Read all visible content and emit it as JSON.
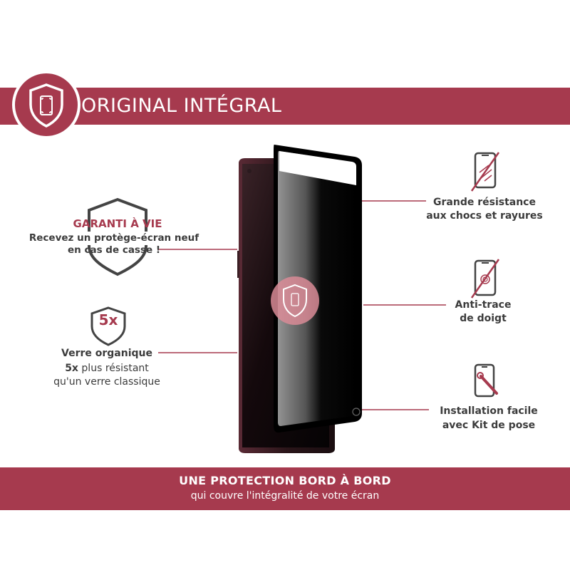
{
  "header": {
    "title": "ORIGINAL INTÉGRAL",
    "badge_icon": "shield-phone-icon"
  },
  "features_left": {
    "warranty": {
      "title": "GARANTI À VIE",
      "line1": "Recevez un protège-écran neuf",
      "line2": "en cas de casse !"
    },
    "glass": {
      "badge": "5x",
      "title": "Verre organique",
      "line1_bold": "5x",
      "line1_rest": " plus résistant",
      "line2": "qu'un verre classique"
    }
  },
  "features_right": [
    {
      "line1": "Grande résistance",
      "line2": "aux chocs et rayures",
      "icon": "scratch-resistant-phone-icon"
    },
    {
      "line1": "Anti-trace",
      "line2": "de doigt",
      "icon": "anti-fingerprint-phone-icon"
    },
    {
      "line1": "Installation facile",
      "line2": "avec Kit de pose",
      "icon": "install-kit-phone-icon"
    }
  ],
  "footer": {
    "title": "UNE PROTECTION BORD À BORD",
    "subtitle": "qui couvre l'intégralité de votre écran"
  },
  "colors": {
    "accent": "#a63a4e",
    "text": "#3c3c3c",
    "phone": "#1a0e12"
  }
}
